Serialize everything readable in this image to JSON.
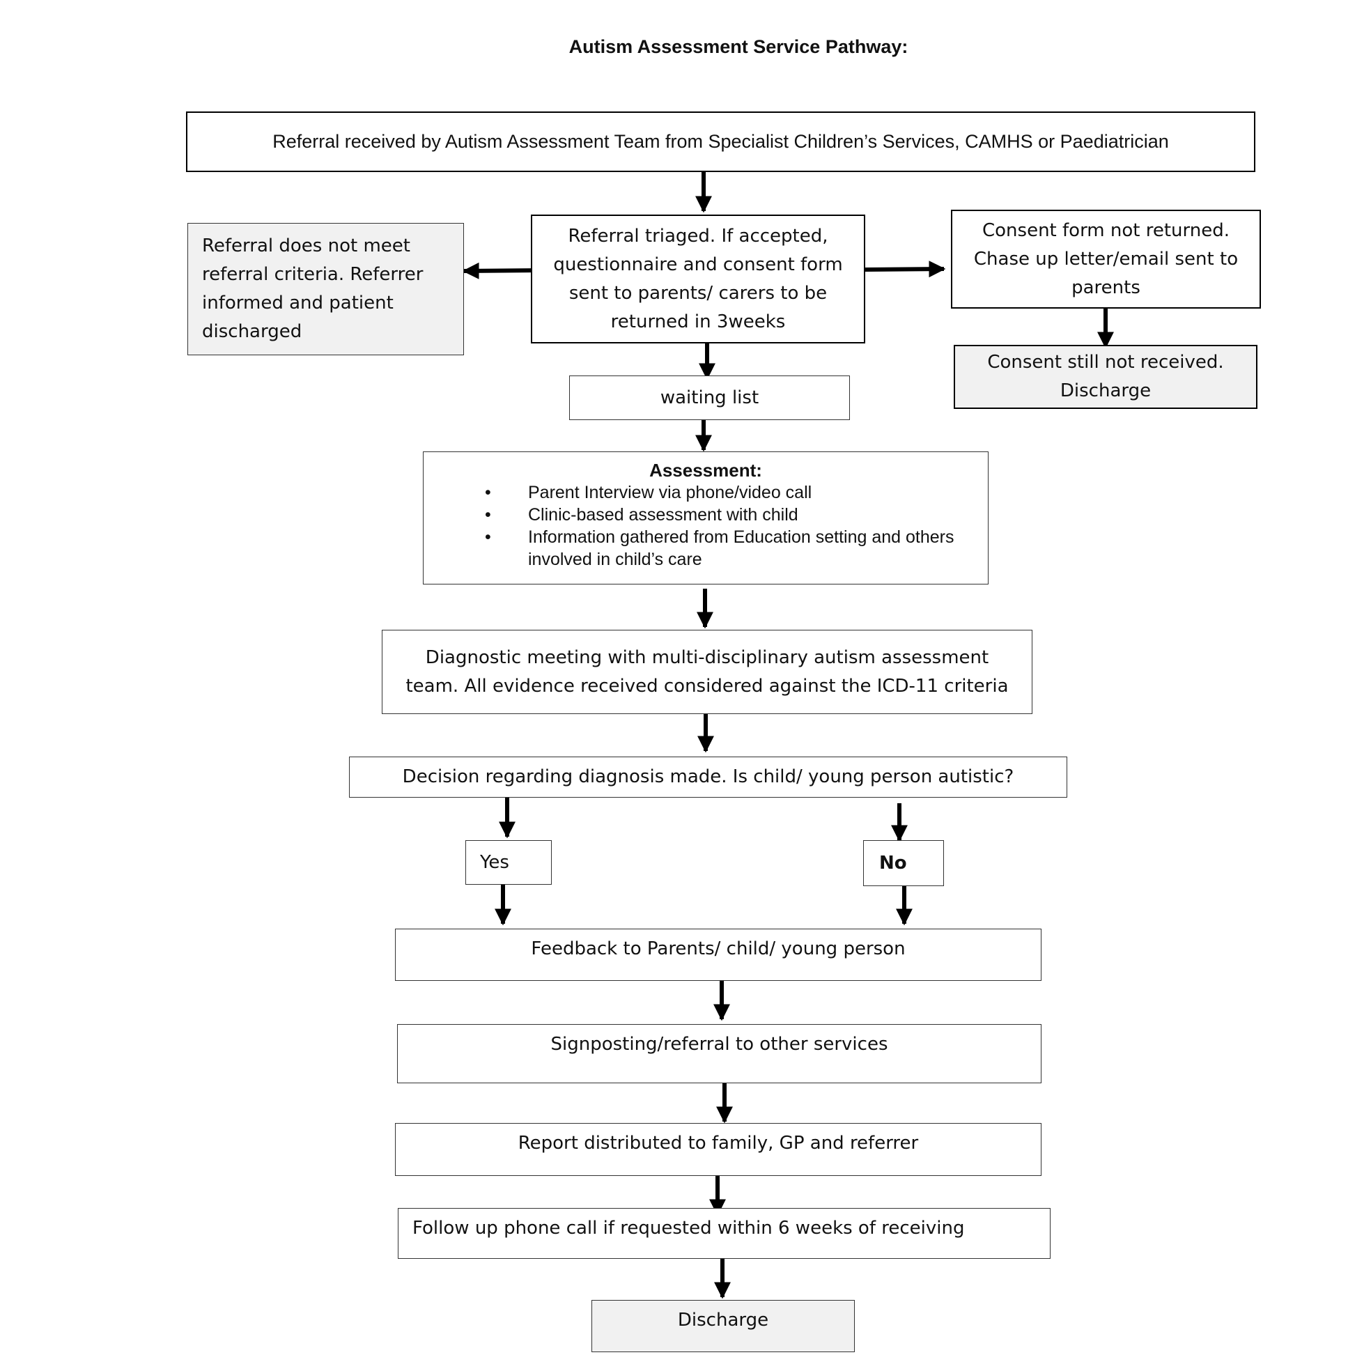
{
  "title": "Autism Assessment Service Pathway:",
  "nodes": {
    "referral_received": "Referral received by Autism Assessment Team from Specialist Children’s Services, CAMHS or Paediatrician",
    "not_meet_criteria": "Referral does not meet referral criteria. Referrer informed and patient discharged",
    "triaged": "Referral triaged. If accepted, questionnaire and consent form sent to parents/ carers to be returned in 3weeks",
    "consent_not_returned": "Consent form not returned. Chase up letter/email sent to parents",
    "consent_still_not_received": "Consent still not received. Discharge",
    "waiting_list": "waiting list",
    "assessment": {
      "title": "Assessment:",
      "items": [
        "Parent Interview via phone/video call",
        "Clinic-based assessment with child",
        "Information gathered from Education setting and others involved in child’s care"
      ]
    },
    "diagnostic_meeting": "Diagnostic meeting with multi-disciplinary autism assessment team. All evidence received considered against the ICD-11 criteria",
    "decision": "Decision regarding diagnosis made. Is child/ young person autistic?",
    "yes": "Yes",
    "no": "No",
    "feedback": "Feedback to Parents/ child/ young person",
    "signposting": "Signposting/referral to other services",
    "report": "Report distributed to family, GP and referrer",
    "follow_up": "Follow up phone call if requested within 6 weeks of receiving",
    "discharge": "Discharge"
  },
  "colors": {
    "border": "#000000",
    "grey_fill": "#f1f1f1",
    "arrow": "#000000"
  }
}
